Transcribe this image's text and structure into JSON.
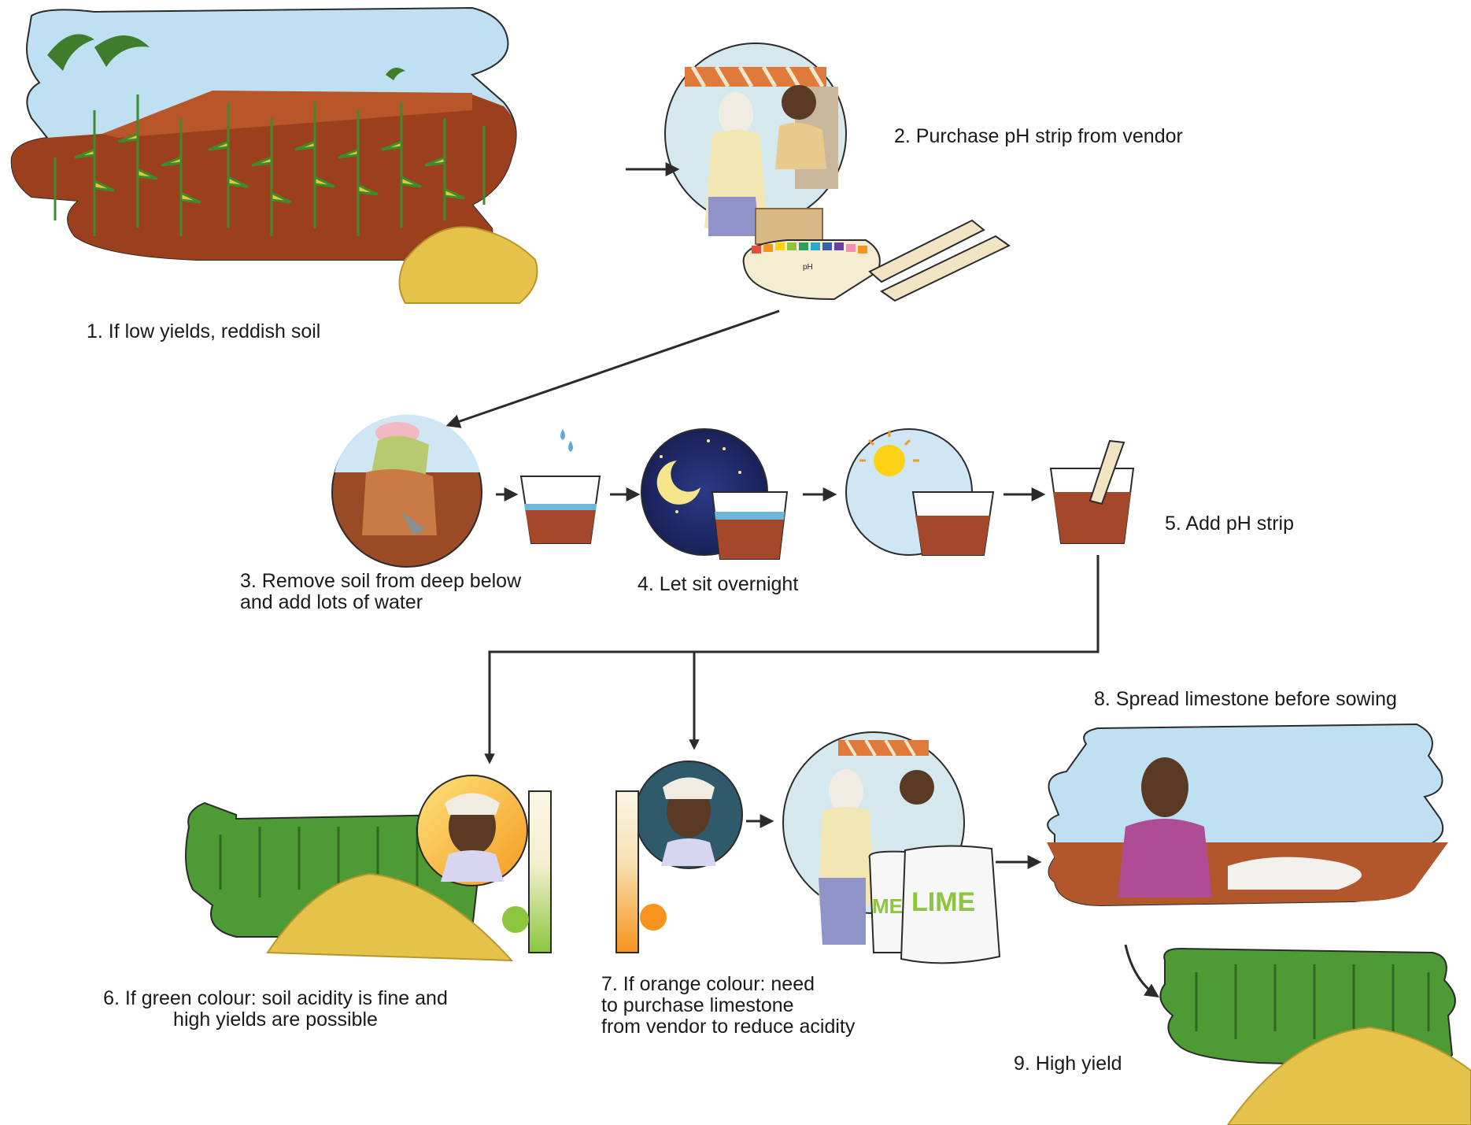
{
  "steps": {
    "s1": {
      "lines": [
        "1. If low yields, reddish soil"
      ]
    },
    "s2": {
      "lines": [
        "2. Purchase pH strip from vendor"
      ]
    },
    "s3": {
      "lines": [
        "3. Remove soil from deep below",
        "and add lots of water"
      ]
    },
    "s4": {
      "lines": [
        "4. Let sit overnight"
      ]
    },
    "s5": {
      "lines": [
        "5. Add pH strip"
      ]
    },
    "s6": {
      "lines": [
        "6. If green colour: soil acidity is fine and",
        "high yields are possible"
      ]
    },
    "s7": {
      "lines": [
        "7. If orange colour: need",
        "to purchase limestone",
        "from vendor to reduce acidity"
      ]
    },
    "s8": {
      "lines": [
        "8. Spread limestone before sowing"
      ]
    },
    "s9": {
      "lines": [
        "9. High yield"
      ]
    }
  },
  "illustration_text": {
    "ph_strip_box": "pH",
    "lime_bag": "LIME",
    "lime_bag_partial": "ME"
  },
  "colors": {
    "sky": "#bfe0f2",
    "soil": "#9b3f1c",
    "soil_dark": "#6e2a12",
    "maize_yellow": "#e3c92c",
    "maize_green": "#3f8a2e",
    "grain": "#e5c34a",
    "water_soil": "#a4472a",
    "night": "#1f2a6b",
    "strip_green": "#8cc63f",
    "strip_orange": "#f7941d",
    "arrow": "#2b2b2b"
  }
}
